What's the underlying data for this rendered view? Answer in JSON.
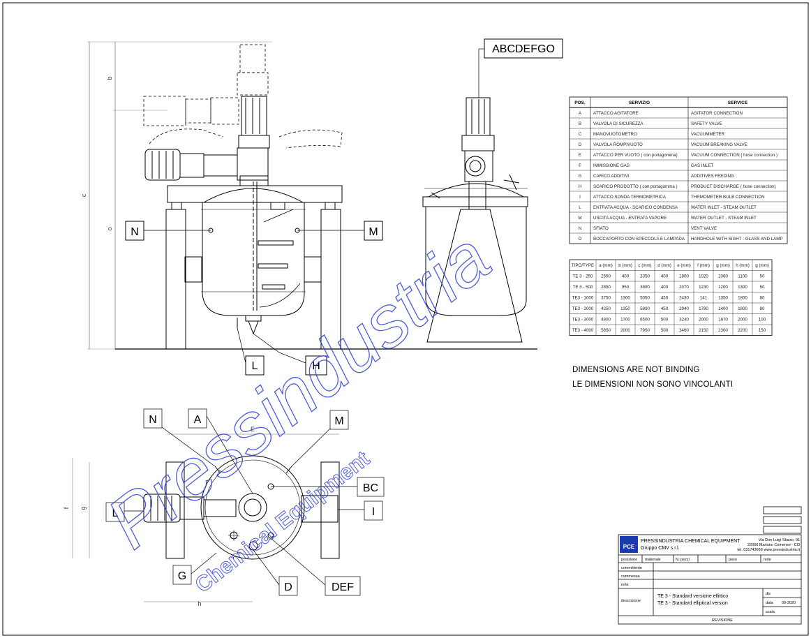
{
  "drawing": {
    "top_callout": "ABCDEFGO",
    "front_labels": {
      "N": "N",
      "M": "M",
      "L": "L",
      "H": "H"
    },
    "front_dims": {
      "b": "b",
      "c": "c",
      "o": "o"
    },
    "plan_labels": {
      "N": "N",
      "A": "A",
      "M": "M",
      "BC": "BC",
      "I": "I",
      "L": "L",
      "G": "G",
      "D": "D",
      "DEF": "DEF"
    },
    "plan_dims": {
      "E": "E",
      "f": "f",
      "g": "g",
      "h": "h"
    }
  },
  "service_table": {
    "headers": [
      "POS.",
      "SERVIZIO",
      "SERVICE"
    ],
    "rows": [
      [
        "A",
        "ATTACCO AGITATORE",
        "AGITATOR CONNECTION"
      ],
      [
        "B",
        "VALVOLA DI SICUREZZA",
        "SAFETY VALVE"
      ],
      [
        "C",
        "MANOVUOTOMETRO",
        "VACUUMMETER"
      ],
      [
        "D",
        "VALVOLA ROMPIVUOTO",
        "VACUUM BREAKING VALVE"
      ],
      [
        "E",
        "ATTACCO PER VUOTO ( con portagomma)",
        "VACUUM CONNECTION ( hose connection )"
      ],
      [
        "F",
        "IMMISSIONE GAS",
        "GAS INLET"
      ],
      [
        "G",
        "CARICO ADDITIVI",
        "ADDITIVES FEEDING"
      ],
      [
        "H",
        "SCARICO PRODOTTO ( con portagomma )",
        "PRODUCT DISCHARGE ( hose connection)"
      ],
      [
        "I",
        "ATTACCO SONDA TERMOMETRICA",
        "THRMOMETER BULB CONNECTION"
      ],
      [
        "L",
        "ENTRATA ACQUA - SCARICO CONDENSA",
        "WATER INLET - STEAM OUTLET"
      ],
      [
        "M",
        "USCITA ACQUA - ENTRATA VAPORE",
        "WATER OUTLET - STEAM INLET"
      ],
      [
        "N",
        "SFIATO",
        "VENT VALVE"
      ],
      [
        "O",
        "BOCCAPORTO CON SPECCOLA E LAMPADA",
        "HANDHOLE WITH SIGHT - GLASS AND LAMP"
      ]
    ]
  },
  "dimension_table": {
    "headers": [
      "TIPO/TYPE",
      "a (mm)",
      "b (mm)",
      "c (mm)",
      "d (mm)",
      "e (mm)",
      "f (mm)",
      "g (mm)",
      "h (mm)",
      "g (mm)"
    ],
    "rows": [
      [
        "TE 3 - 250",
        "2550",
        "400",
        "3350",
        "400",
        "1800",
        "1020",
        "1060",
        "1100",
        "50"
      ],
      [
        "TE 3 - 500",
        "2850",
        "950",
        "3800",
        "400",
        "2070",
        "1230",
        "1200",
        "1300",
        "50"
      ],
      [
        "TE3 - 1000",
        "3750",
        "1300",
        "5050",
        "450",
        "2430",
        "141",
        "1350",
        "1800",
        "80"
      ],
      [
        "TE3 - 2000",
        "4250",
        "1350",
        "5800",
        "450",
        "2940",
        "1780",
        "1400",
        "1800",
        "80"
      ],
      [
        "TE3 - 3000",
        "4800",
        "1700",
        "6500",
        "500",
        "3240",
        "2000",
        "1870",
        "2000",
        "100"
      ],
      [
        "TE3 - 4000",
        "5850",
        "2000",
        "7950",
        "500",
        "3460",
        "2150",
        "2300",
        "2200",
        "150"
      ]
    ]
  },
  "notes": [
    "DIMENSIONS ARE NOT BINDING",
    "LE DIMENSIONI NON SONO VINCOLANTI"
  ],
  "watermark": {
    "main": "Pressindustria",
    "sub": "Chemical Equipment"
  },
  "title_block": {
    "company": "PRESSINDUSTRIA CHEMICAL EQUIPMENT",
    "group": "Gruppo CMV s.r.l.",
    "address_line1": "Via Don Luigi Sturzo, 91",
    "address_line2": "22066 Mariano Comense - CO",
    "address_line3": "tel. 031743666 www.pressindustria.it",
    "logo_text": "PCE",
    "fields": {
      "posizione": "posizione",
      "materiale": "materiale",
      "n_pezzi": "N. pezzi",
      "peso": "peso",
      "note": "note",
      "committente": "committente",
      "commessa": "commessa",
      "note2": "note",
      "descrizione": "descrizione",
      "dis": "dis",
      "data": "data",
      "scala": "scala",
      "revisione": "REVISIONE",
      "date_value": "09-2020"
    },
    "description_lines": [
      "TE 3 - Standard versione ellittico",
      "TE 3 - Standard elliptical version"
    ]
  }
}
